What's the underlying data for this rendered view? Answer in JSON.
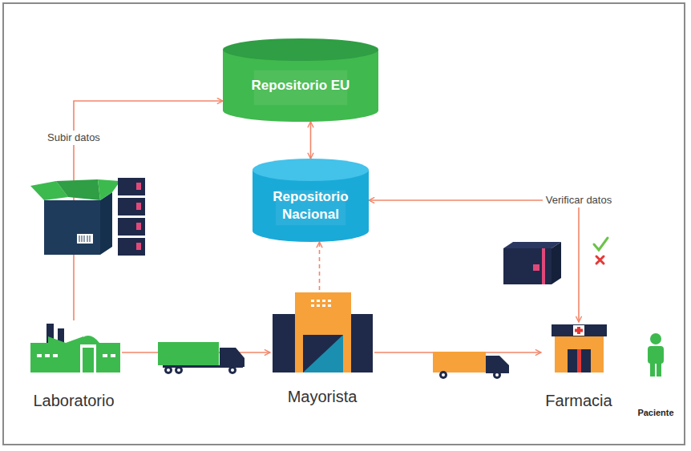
{
  "diagram": {
    "nodes": [
      {
        "text": [
          "Repositorio EU"
        ]
      },
      {
        "text": [
          "Repositorio Nacional"
        ]
      },
      {
        "text": [
          "Laboratorio"
        ]
      },
      {
        "text": [
          "Mayorista"
        ]
      },
      {
        "text": [
          "Farmacia"
        ]
      },
      {
        "text": [
          "Paciente"
        ]
      }
    ],
    "edges": [
      {
        "from": 0,
        "to": 1,
        "arrow": "both"
      },
      {
        "from": 2,
        "to": 0,
        "label": "Subir datos",
        "arrow": "to"
      },
      {
        "from": 2,
        "to": 3,
        "arrow": "to"
      },
      {
        "from": 3,
        "to": 1,
        "arrow": "to"
      },
      {
        "from": 3,
        "to": 4,
        "arrow": "to"
      },
      {
        "from": 4,
        "to": 1,
        "label": "Verificar datos",
        "arrow": "both"
      }
    ]
  }
}
